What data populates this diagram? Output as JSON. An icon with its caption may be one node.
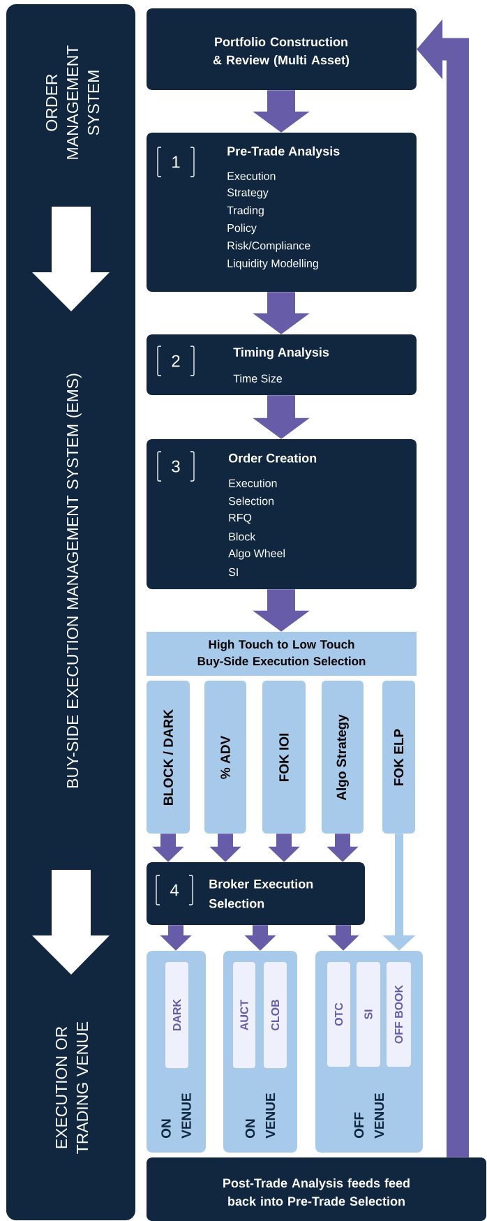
{
  "diagram": {
    "nodes": [
      {
        "text": [
          "ORDER MANAGEMENT SYSTEM",
          "BUY-SIDE EXECUTION MANAGEMENT SYSTEM (EMS)",
          "EXECUTION OR TRADING VENUE"
        ]
      },
      {
        "text": [
          "**Portfolio Construction & Review** (Multi Asset)"
        ]
      },
      {
        "text": [
          "1",
          "Pre-Trade Analysis",
          "Execution",
          "Strategy",
          "Trading",
          "Policy",
          "Risk/Compliance",
          "Liquidity Modelling"
        ]
      },
      {
        "text": [
          "2",
          "Timing Analysis",
          "Time Size"
        ]
      },
      {
        "text": [
          "3",
          "Order Creation",
          "Execution",
          "Selection",
          "RFQ",
          "Block",
          "Algo Wheel",
          "SI"
        ]
      },
      {
        "text": [
          "High Touch to Low Touch Buy-Side Execution Selection"
        ]
      },
      {
        "text": [
          "BLOCK / DARK"
        ]
      },
      {
        "text": [
          "% ADV"
        ]
      },
      {
        "text": [
          "FOK IOI"
        ]
      },
      {
        "text": [
          "Algo Strategy"
        ]
      },
      {
        "text": [
          "FOK ELP"
        ]
      },
      {
        "text": [
          "4",
          "Broker Execution Selection"
        ]
      },
      {
        "text": [
          "ON VENUE"
        ]
      },
      {
        "text": [
          "DARK"
        ],
        "in": 12
      },
      {
        "text": [
          "ON VENUE"
        ]
      },
      {
        "text": [
          "AUCT"
        ],
        "in": 14
      },
      {
        "text": [
          "CLOB"
        ],
        "in": 14
      },
      {
        "text": [
          "OFF VENUE"
        ]
      },
      {
        "text": [
          "OTC"
        ],
        "in": 17
      },
      {
        "text": [
          "SI"
        ],
        "in": 17
      },
      {
        "text": [
          "OFF BOOK"
        ],
        "in": 17
      },
      {
        "text": [
          "Post-Trade Analysis feeds feed back into Pre-Trade Selection"
        ]
      }
    ],
    "edges": [
      {
        "from": 1,
        "to": 2,
        "arrow": "to",
        "style": "thick"
      },
      {
        "from": 2,
        "to": 3,
        "arrow": "to",
        "style": "thick"
      },
      {
        "from": 3,
        "to": 4,
        "arrow": "to",
        "style": "thick"
      },
      {
        "from": 4,
        "to": 5,
        "arrow": "to",
        "style": "thick"
      },
      {
        "from": 6,
        "to": 11,
        "arrow": "to"
      },
      {
        "from": 7,
        "to": 11,
        "arrow": "to"
      },
      {
        "from": 8,
        "to": 11,
        "arrow": "to"
      },
      {
        "from": 9,
        "to": 11,
        "arrow": "to"
      },
      {
        "from": 11,
        "to": 12,
        "arrow": "to"
      },
      {
        "from": 11,
        "to": 14,
        "arrow": "to"
      },
      {
        "from": 11,
        "to": 17,
        "arrow": "to"
      },
      {
        "from": 10,
        "to": 17,
        "arrow": "to",
        "color": "#a7c9ea"
      },
      {
        "from": 21,
        "to": 1,
        "arrow": "to"
      }
    ]
  }
}
